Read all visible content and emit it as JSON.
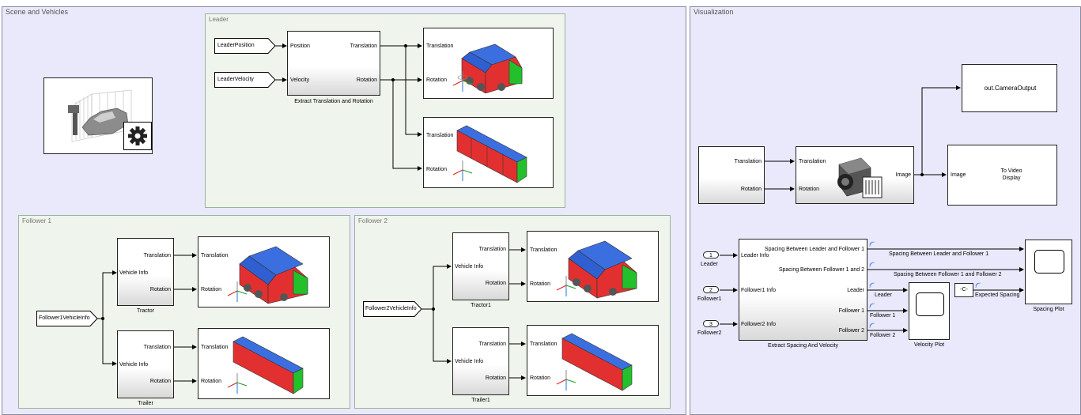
{
  "areas": {
    "scene": "Scene and Vehicles",
    "visualization": "Visualization",
    "leader": "Leader",
    "follower1": "Follower 1",
    "follower2": "Follower 2"
  },
  "leader": {
    "from_position": "LeaderPosition",
    "from_velocity": "LeaderVelocity",
    "extract_in_position": "Position",
    "extract_in_velocity": "Velocity",
    "extract_out_translation": "Translation",
    "extract_out_rotation": "Rotation",
    "extract_caption": "Extract Translation and Rotation",
    "tractor_in_translation": "Translation",
    "tractor_in_rotation": "Rotation",
    "trailer_in_translation": "Translation",
    "trailer_in_rotation": "Rotation"
  },
  "follower1": {
    "from_info": "Follower1VehicleInfo",
    "tractor_in": "Vehicle Info",
    "tractor_out_translation": "Translation",
    "tractor_out_rotation": "Rotation",
    "tractor_caption": "Tractor",
    "trailer_in": "Vehicle Info",
    "trailer_out_translation": "Translation",
    "trailer_out_rotation": "Rotation",
    "trailer_caption": "Trailer",
    "tractor_vis_translation": "Translation",
    "tractor_vis_rotation": "Rotation",
    "trailer_vis_translation": "Translation",
    "trailer_vis_rotation": "Rotation"
  },
  "follower2": {
    "from_info": "Follower2VehicleInfo",
    "tractor_in": "Vehicle Info",
    "tractor_out_translation": "Translation",
    "tractor_out_rotation": "Rotation",
    "tractor_caption": "Tractor1",
    "trailer_in": "Vehicle Info",
    "trailer_out_translation": "Translation",
    "trailer_out_rotation": "Rotation",
    "trailer_caption": "Trailer1",
    "tractor_vis_translation": "Translation",
    "tractor_vis_rotation": "Rotation",
    "trailer_vis_translation": "Translation",
    "trailer_vis_rotation": "Rotation"
  },
  "visualization": {
    "src_translation": "Translation",
    "src_rotation": "Rotation",
    "camera_in_translation": "Translation",
    "camera_in_rotation": "Rotation",
    "camera_out_image": "Image",
    "to_workspace": "out.CameraOutput",
    "video_in_image": "Image",
    "video_title": "To Video\nDisplay",
    "inports": [
      {
        "num": "1",
        "name": "Leader"
      },
      {
        "num": "2",
        "name": "Follower1"
      },
      {
        "num": "3",
        "name": "Follower2"
      }
    ],
    "spacing_in_leader": "Leader Info",
    "spacing_in_f1": "Follower1 Info",
    "spacing_in_f2": "Follower2 Info",
    "spacing_out_1": "Spacing Between Leader and Follower 1",
    "spacing_out_2": "Spacing Between Follower 1 and 2",
    "spacing_out_leader": "Leader",
    "spacing_out_f1": "Follower 1",
    "spacing_out_f2": "Follower 2",
    "spacing_caption": "Extract Spacing And Velocity",
    "sig1": "Spacing Between Leader and Follower 1",
    "sig2": "Spacing Between Follower 1 and Follower 2",
    "sig_leader": "Leader",
    "sig_f1": "Follower 1",
    "sig_f2": "Follower 2",
    "constant": "-C-",
    "sig_expected": "Expected Spacing",
    "velocity_plot": "Velocity Plot",
    "spacing_plot": "Spacing Plot"
  }
}
